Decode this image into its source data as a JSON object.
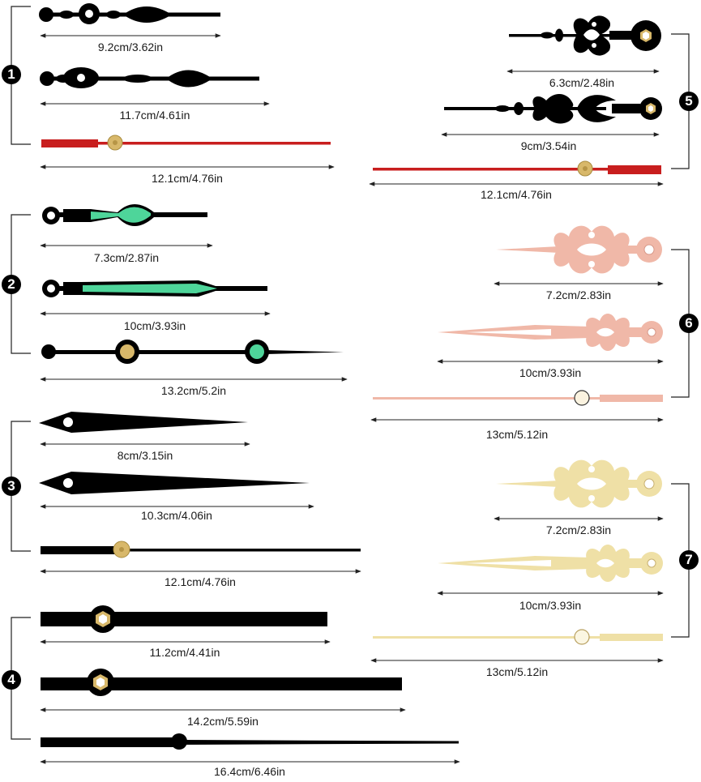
{
  "colors": {
    "black": "#000000",
    "red": "#c81e1e",
    "luminous_green": "#4ed59a",
    "rose_gold": "#f0b8a8",
    "light_gold": "#efe0a6",
    "brass": "#d8b86a"
  },
  "groups": [
    {
      "number": "1",
      "color": "black / red",
      "hands": [
        {
          "style": "spade-black",
          "label": "9.2cm/3.62in"
        },
        {
          "style": "spade-black",
          "label": "11.7cm/4.61in"
        },
        {
          "style": "second-red",
          "label": "12.1cm/4.76in"
        }
      ]
    },
    {
      "number": "2",
      "color": "black / luminous green",
      "hands": [
        {
          "style": "luminous-ring",
          "label": "7.3cm/2.87in"
        },
        {
          "style": "luminous-ring",
          "label": "10cm/3.93in"
        },
        {
          "style": "luminous-second",
          "label": "13.2cm/5.2in"
        }
      ]
    },
    {
      "number": "3",
      "color": "black",
      "hands": [
        {
          "style": "wedge-black",
          "label": "8cm/3.15in"
        },
        {
          "style": "wedge-black",
          "label": "10.3cm/4.06in"
        },
        {
          "style": "second-black",
          "label": "12.1cm/4.76in"
        }
      ]
    },
    {
      "number": "4",
      "color": "black",
      "hands": [
        {
          "style": "bar-black",
          "label": "11.2cm/4.41in"
        },
        {
          "style": "bar-black",
          "label": "14.2cm/5.59in"
        },
        {
          "style": "second-black",
          "label": "16.4cm/6.46in"
        }
      ]
    },
    {
      "number": "5",
      "color": "black / red",
      "hands": [
        {
          "style": "ornate-black",
          "label": "6.3cm/2.48in"
        },
        {
          "style": "ornate-black",
          "label": "9cm/3.54in"
        },
        {
          "style": "second-red",
          "label": "12.1cm/4.76in"
        }
      ]
    },
    {
      "number": "6",
      "color": "rose gold",
      "hands": [
        {
          "style": "fleur-rose",
          "label": "7.2cm/2.83in"
        },
        {
          "style": "fleur-rose",
          "label": "10cm/3.93in"
        },
        {
          "style": "second-rose",
          "label": "13cm/5.12in"
        }
      ]
    },
    {
      "number": "7",
      "color": "light gold",
      "hands": [
        {
          "style": "fleur-gold",
          "label": "7.2cm/2.83in"
        },
        {
          "style": "fleur-gold",
          "label": "10cm/3.93in"
        },
        {
          "style": "second-gold",
          "label": "13cm/5.12in"
        }
      ]
    }
  ]
}
